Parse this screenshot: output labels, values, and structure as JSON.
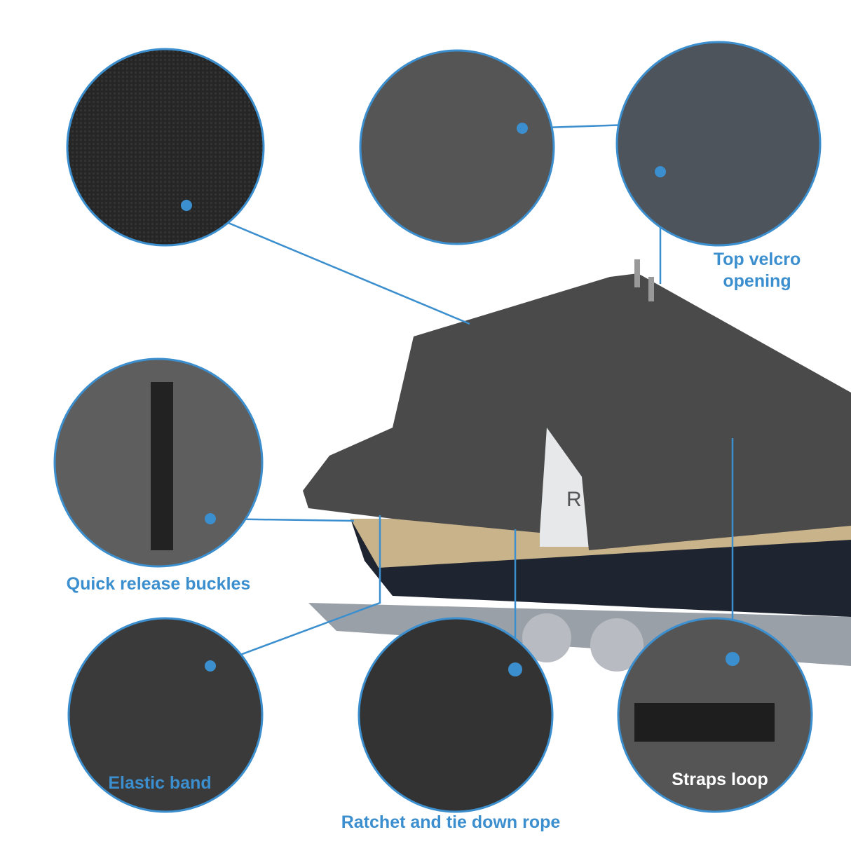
{
  "colors": {
    "accent": "#3c8fcf",
    "cover": "#4a4a4a",
    "hull": "#1e2430",
    "background": "#ffffff"
  },
  "features": [
    {
      "id": "waterproof",
      "label": ""
    },
    {
      "id": "velcro-seam",
      "label": ""
    },
    {
      "id": "top-opening",
      "label_lines": [
        "Top velcro",
        "opening"
      ]
    },
    {
      "id": "buckles",
      "label": "Quick release buckles"
    },
    {
      "id": "elastic",
      "label": "Elastic band"
    },
    {
      "id": "ratchet",
      "label": "Ratchet and tie down rope"
    },
    {
      "id": "straps",
      "label": "Straps loop"
    }
  ],
  "boat": {
    "hull_letter": "R"
  }
}
